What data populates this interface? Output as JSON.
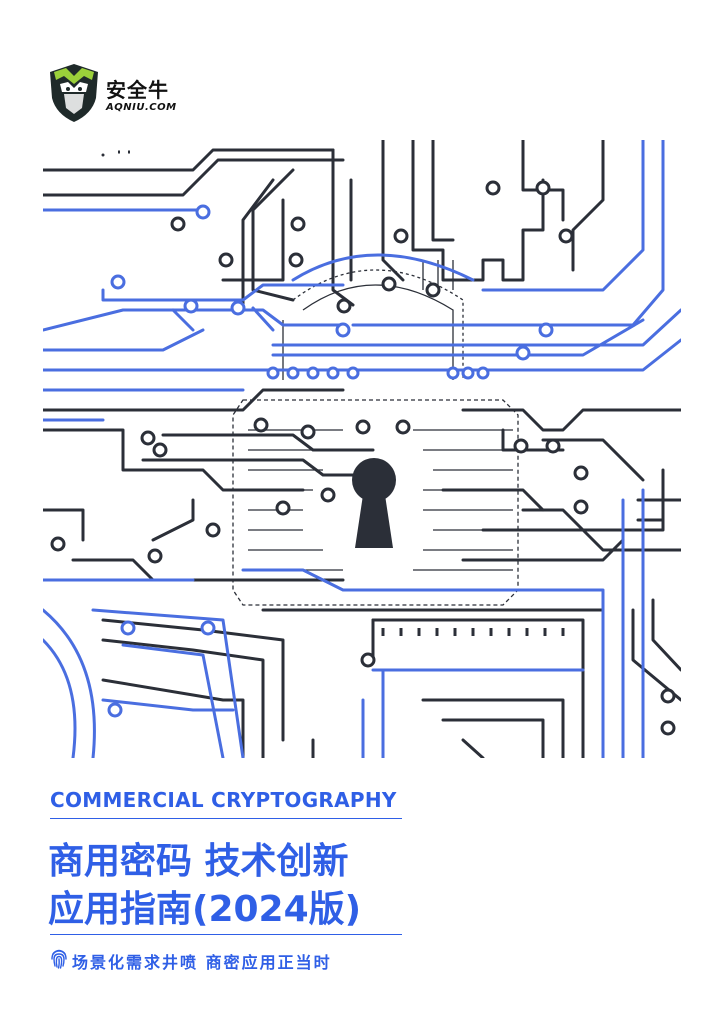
{
  "brand": {
    "name": "安全牛",
    "domain": "AQNIU.COM"
  },
  "cover": {
    "subtitle_en": "COMMERCIAL CRYPTOGRAPHY",
    "title_line1": "商用密码 技术创新",
    "title_line2": "应用指南(2024版)",
    "tagline": "场景化需求井喷   商密应用正当时"
  },
  "colors": {
    "accent_blue": "#2f5fe6",
    "circuit_dark": "#2b2f38",
    "circuit_blue": "#4a6ee0"
  },
  "icons": {
    "logo": "shield-bull-logo-icon",
    "tagline": "fingerprint-icon",
    "illustration": "circuit-padlock-illustration"
  }
}
